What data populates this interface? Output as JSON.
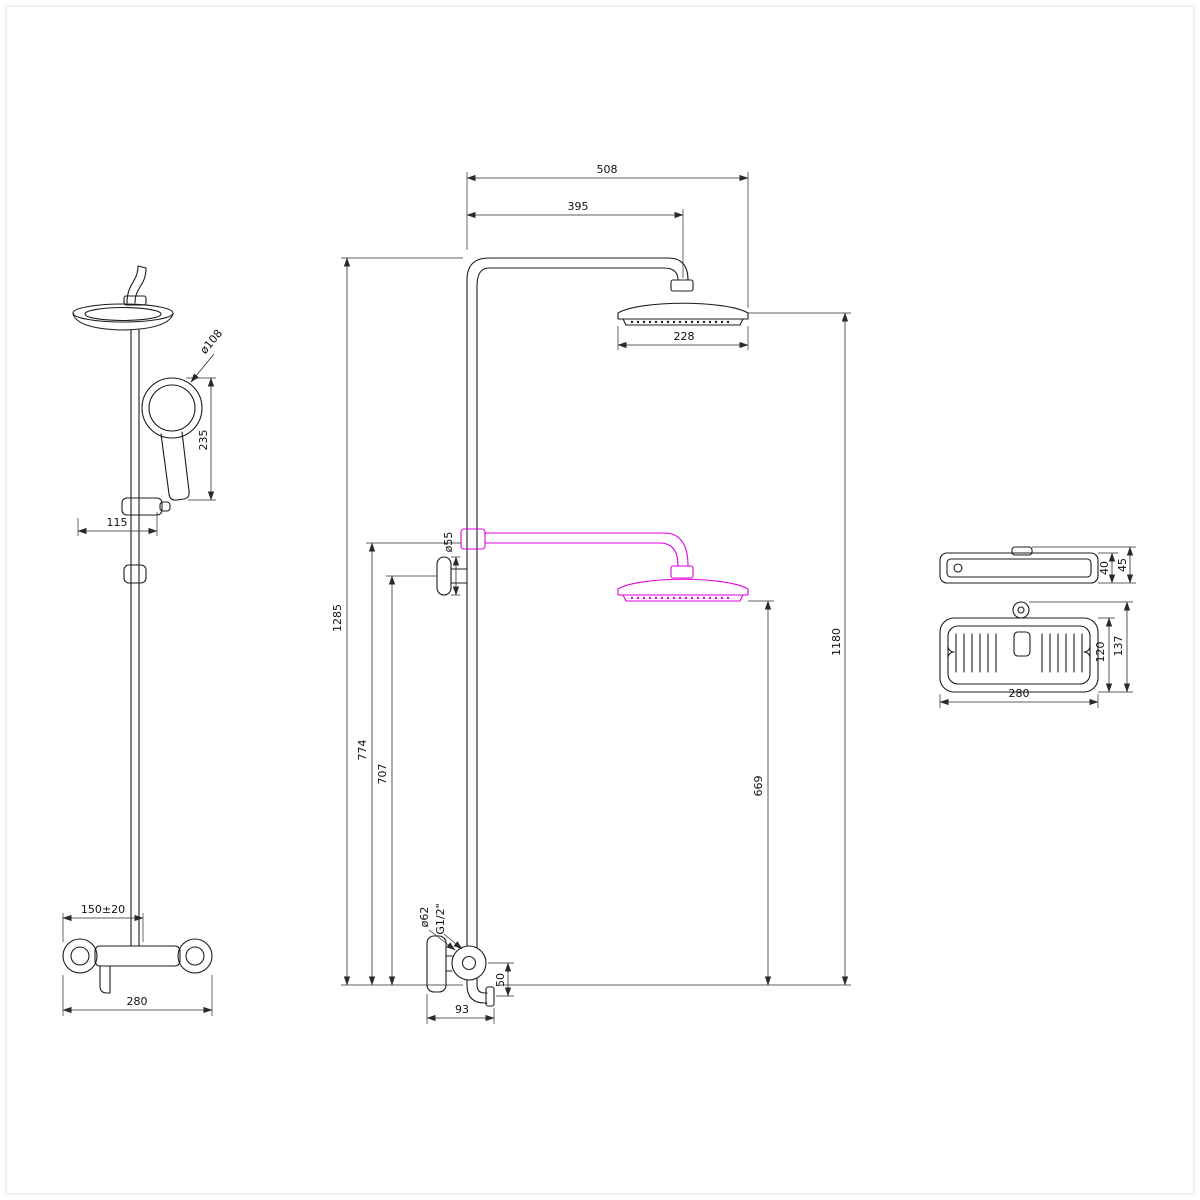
{
  "colors": {
    "line": "#1c1c1c",
    "highlight": "#e000e0",
    "dimension": "#2a2a2a",
    "background": "#ffffff"
  },
  "dims": {
    "left": {
      "hand_shower_diameter": "ø108",
      "hand_shower_length": "235",
      "bracket_offset": "115",
      "inlet_spacing": "150±20",
      "mixer_width": "280"
    },
    "middle": {
      "arm_overall": "508",
      "arm_reach": "395",
      "head_diameter": "228",
      "column_height": "1285",
      "overall_height": "1180",
      "knob_diameter": "ø55",
      "rail_to_base": "774",
      "diverter_to_base": "707",
      "head_to_base": "669",
      "flange_diameter": "ø62",
      "thread_size": "G1/2\"",
      "outlet_drop": "50",
      "outlet_reach": "93"
    },
    "right": {
      "shelf_depth_top": "40",
      "shelf_depth_total": "45",
      "shelf_height_total": "137",
      "shelf_height_body": "120",
      "shelf_width": "280"
    }
  }
}
